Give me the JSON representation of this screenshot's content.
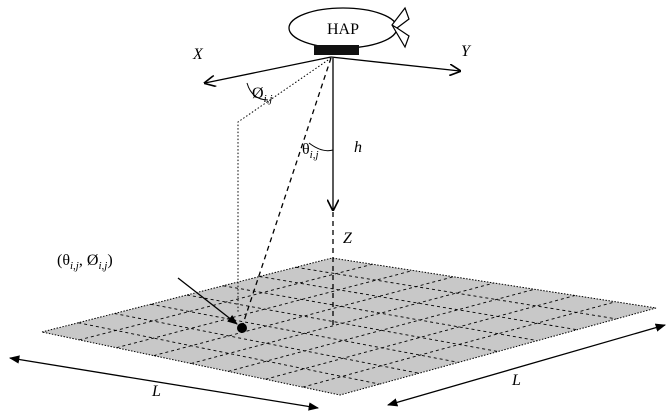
{
  "platform": {
    "label": "HAP"
  },
  "axes": {
    "x_label": "X",
    "y_label": "Y",
    "z_label": "Z"
  },
  "height": {
    "label": "h"
  },
  "angles": {
    "phi": {
      "symbol": "Ø",
      "subscript": "i,j"
    },
    "theta": {
      "symbol": "θ",
      "subscript": "i,j"
    }
  },
  "point": {
    "open": "(",
    "theta_symbol": "θ",
    "theta_subscript": "i,j",
    "separator": ", ",
    "phi_symbol": "Ø",
    "phi_subscript": "i,j",
    "close": ")"
  },
  "ground": {
    "size_label_front": "L",
    "size_label_side": "L",
    "grid_rows": 8,
    "grid_cols": 8,
    "fill_color": "#c8c8c8"
  }
}
